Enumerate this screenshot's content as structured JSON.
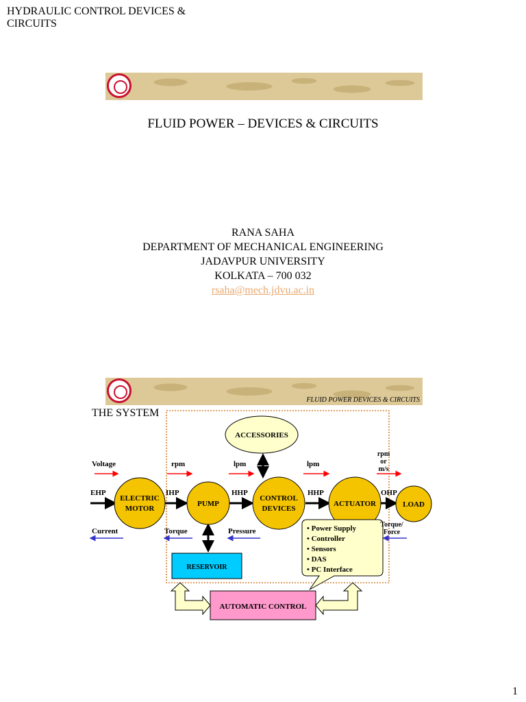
{
  "header": {
    "title": "HYDRAULIC CONTROL DEVICES & CIRCUITS"
  },
  "slide1": {
    "title": "FLUID POWER – DEVICES & CIRCUITS",
    "author": "RANA SAHA",
    "department": "DEPARTMENT OF MECHANICAL ENGINEERING",
    "university": "JADAVPUR UNIVERSITY",
    "city": "KOLKATA – 700 032",
    "email": "rsaha@mech.jdvu.ac.in"
  },
  "slide2": {
    "banner_title": "FLUID POWER DEVICES & CIRCUITS",
    "title": "THE SYSTEM",
    "nodes": {
      "accessories": "ACCESSORIES",
      "electric_motor_line1": "ELECTRIC",
      "electric_motor_line2": "MOTOR",
      "pump": "PUMP",
      "control_devices_line1": "CONTROL",
      "control_devices_line2": "DEVICES",
      "actuator": "ACTUATOR",
      "load": "LOAD",
      "reservoir": "RESERVOIR",
      "automatic_control": "AUTOMATIC CONTROL"
    },
    "power_labels": {
      "ehp": "EHP",
      "ihp": "IHP",
      "hhp1": "HHP",
      "hhp2": "HHP",
      "ohp": "OHP"
    },
    "top_labels": {
      "voltage": "Voltage",
      "rpm": "rpm",
      "lpm1": "lpm",
      "lpm2": "lpm",
      "rpm_or_ms_line1": "rpm",
      "rpm_or_ms_line2": "or",
      "rpm_or_ms_line3": "m/s"
    },
    "bottom_labels": {
      "current": "Current",
      "torque": "Torque",
      "pressure": "Pressure",
      "torque_force_line1": "Torque/",
      "torque_force_line2": "Force"
    },
    "callout_items": [
      "• Power Supply",
      "• Controller",
      "• Sensors",
      "• DAS",
      "• PC Interface"
    ],
    "colors": {
      "node_fill": "#f5c400",
      "accessories_fill": "#ffffcc",
      "reservoir_fill": "#00ccff",
      "automatic_control_fill": "#ff99cc",
      "callout_fill": "#ffffcc",
      "red_arrow": "#ff0000",
      "blue_arrow": "#3333cc",
      "dotted_border": "#cc6600"
    }
  },
  "page_number": "1"
}
